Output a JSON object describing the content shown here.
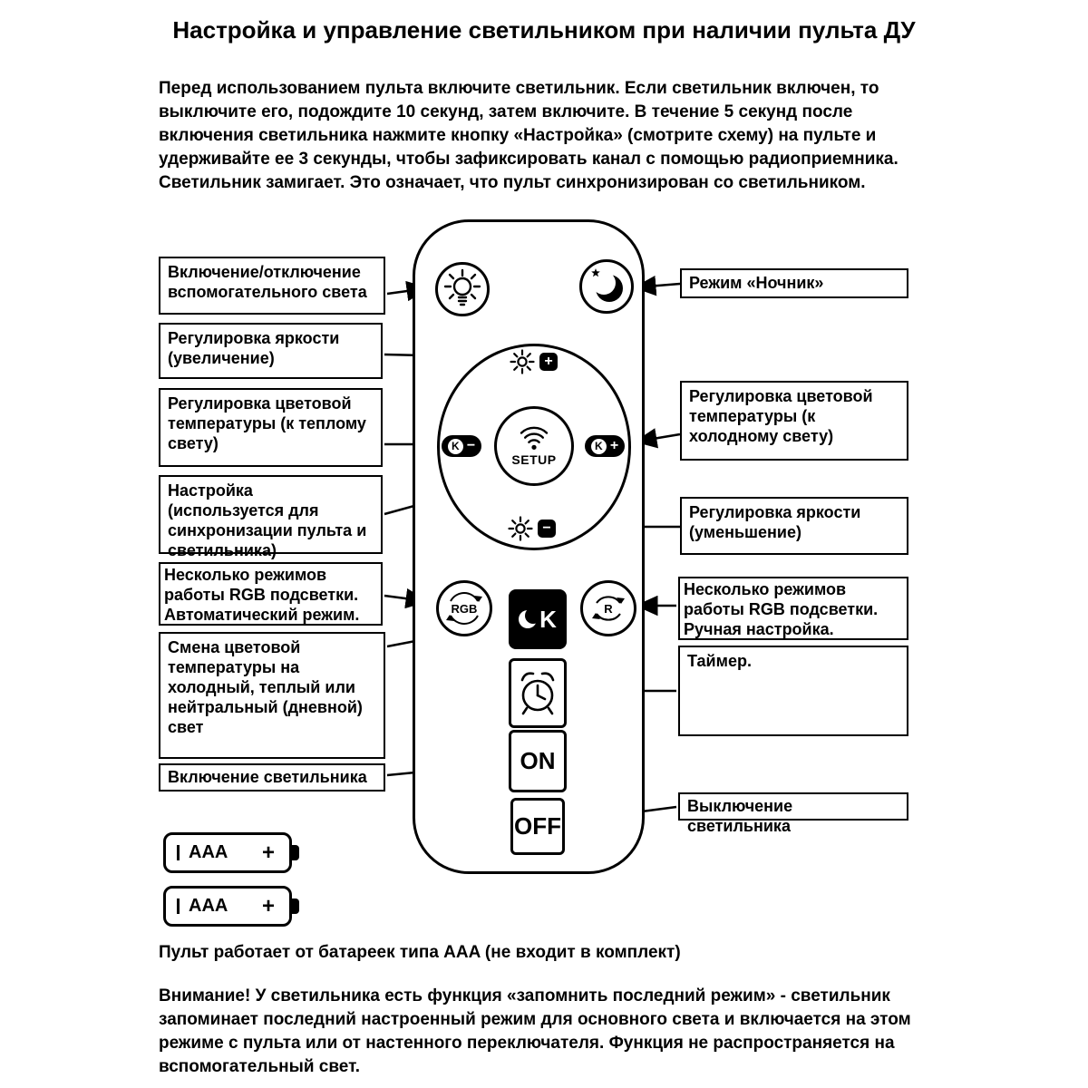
{
  "title": "Настройка и управление светильником при наличии пульта ДУ",
  "intro": "Перед использованием пульта включите светильник. Если светильник включен, то выключите его, подождите 10 секунд, затем включите. В течение 5 секунд после включения светильника нажмите кнопку «Настройка» (смотрите схему) на пульте и удерживайте ее 3 секунды, чтобы зафиксировать канал с помощью радиоприемника. Светильник замигает. Это означает, что пульт синхронизирован со светильником.",
  "callouts_left": {
    "aux_light": "Включение/отключение вспомогательного света",
    "brightness_up": "Регулировка яркости (увеличение)",
    "warm": "Регулировка цветовой температуры (к теплому свету)",
    "setup": "Настройка (используется для синхронизации пульта и светильника)",
    "rgb_auto": "Несколько режимов работы RGB подсветки. Автоматический режим.",
    "temp_switch": "Смена цветовой температуры на холодный, теплый или нейтральный (дневной) свет",
    "power_on": "Включение светильника"
  },
  "callouts_right": {
    "night_mode": "Режим «Ночник»",
    "cold": "Регулировка цветовой температуры (к холодному свету)",
    "brightness_down": "Регулировка яркости (уменьшение)",
    "rgb_manual": "Несколько режимов работы RGB подсветки. Ручная настройка.",
    "timer": "Таймер.",
    "power_off": "Выключение светильника"
  },
  "remote": {
    "setup_label": "SETUP",
    "rgb_label": "RGB",
    "k_label": "K",
    "r_label": "R",
    "on_label": "ON",
    "off_label": "OFF",
    "plus": "+",
    "minus": "−"
  },
  "battery": {
    "type": "AAA",
    "plus": "+"
  },
  "battery_note": "Пульт работает от батареек типа AAA (не входит в комплект)",
  "warning": "Внимание! У светильника есть функция «запомнить последний режим» - светильник запоминает последний настроенный режим для основного света и включается на этом режиме с пульта или от настенного переключателя. Функция не распространяется на вспомогательный свет."
}
